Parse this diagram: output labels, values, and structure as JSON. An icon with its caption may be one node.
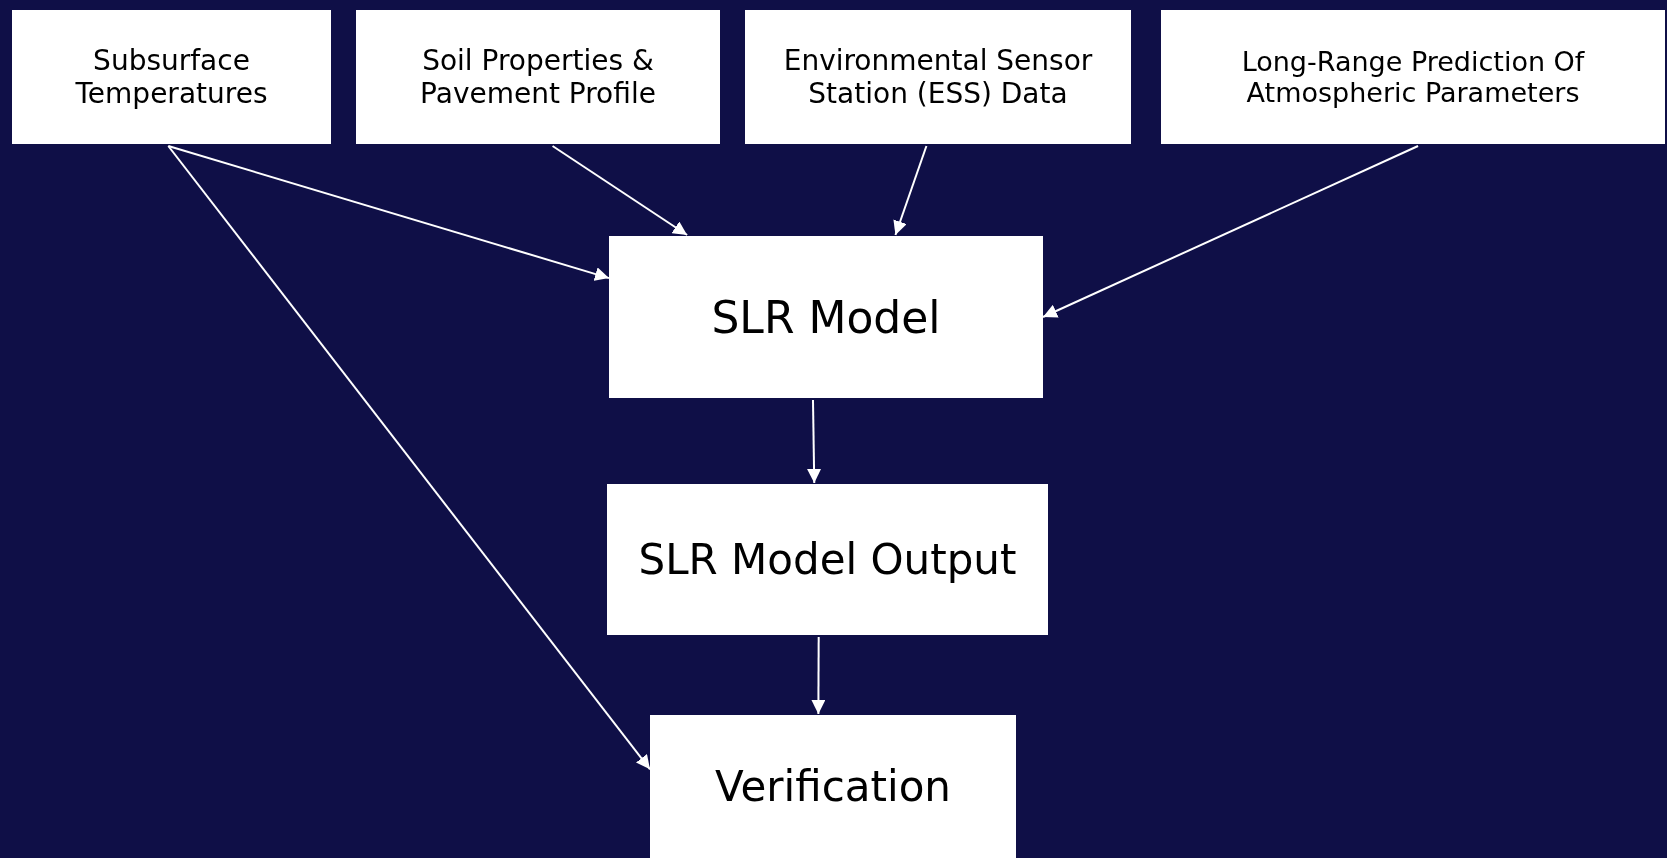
{
  "diagram": {
    "nodes": [
      {
        "text": [
          "Subsurface Temperatures"
        ]
      },
      {
        "text": [
          "Soil Properties & Pavement Profile"
        ]
      },
      {
        "text": [
          "Environmental Sensor Station (ESS) Data"
        ]
      },
      {
        "text": [
          "Long-Range Prediction Of Atmospheric Parameters"
        ]
      },
      {
        "text": [
          "SLR Model"
        ]
      },
      {
        "text": [
          "SLR Model Output"
        ]
      },
      {
        "text": [
          "Verification"
        ]
      }
    ],
    "edges": [
      {
        "from": 0,
        "to": 4,
        "arrow": "to"
      },
      {
        "from": 0,
        "to": 6,
        "arrow": "to"
      },
      {
        "from": 1,
        "to": 4,
        "arrow": "to"
      },
      {
        "from": 2,
        "to": 4,
        "arrow": "to"
      },
      {
        "from": 3,
        "to": 4,
        "arrow": "to"
      },
      {
        "from": 4,
        "to": 5,
        "arrow": "to"
      },
      {
        "from": 5,
        "to": 6,
        "arrow": "to"
      }
    ]
  }
}
